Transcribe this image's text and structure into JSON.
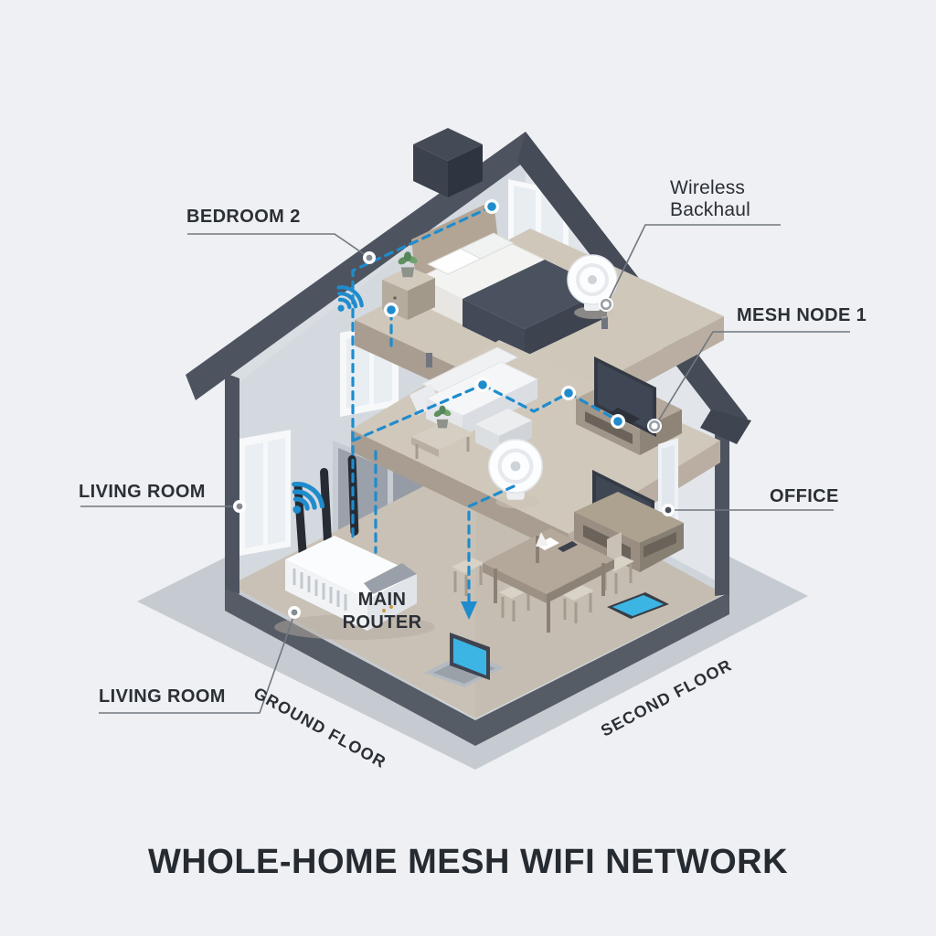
{
  "title": "WHOLE-HOME MESH WIFI NETWORK",
  "labels": {
    "bedroom2": "BEDROOM 2",
    "wireless_backhaul": "Wireless Backhaul",
    "mesh_node1": "MESH NODE 1",
    "living_room": "LIVING ROOM",
    "office": "OFFICE",
    "main_router": "MAIN ROUTER",
    "living_room_bottom": "LIVING ROOM",
    "ground_floor": "GROUND FLOOR",
    "second_floor": "SECOND FLOOR"
  },
  "icons": {
    "wifi_signal": "wifi-signal-icon",
    "mesh_node_device": "mesh-node-disc",
    "router_device": "main-router-box",
    "connection_style": "blue-dashed-backhaul-line"
  },
  "colors": {
    "background": "#eef0f3",
    "accent_blue": "#1f8ccd",
    "roof_dark": "#4d5460",
    "wall_light": "#d5dade",
    "floor_beige": "#cfc7ba",
    "text": "#2b2f36",
    "leader_line": "#70777f",
    "device_screen_blue": "#3cb4e4"
  }
}
